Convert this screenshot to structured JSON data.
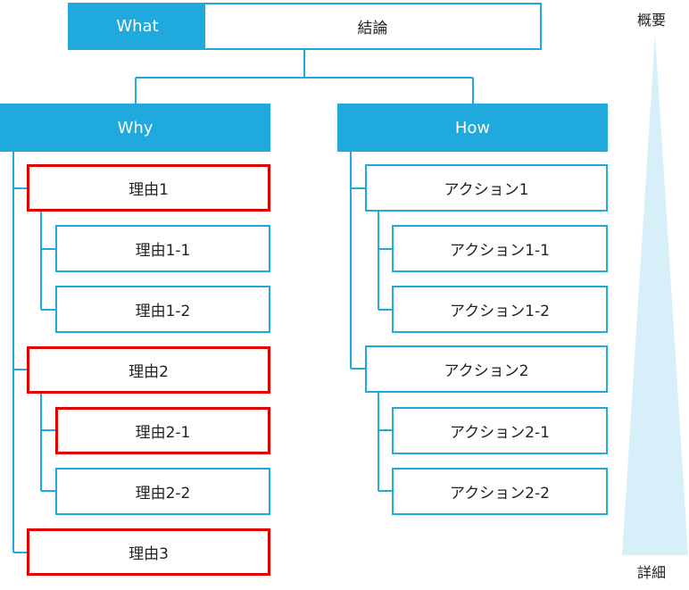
{
  "colors": {
    "accent": "#1fa9dd",
    "highlight": "#e00000",
    "gradient": "#d6eff9"
  },
  "what": {
    "label": "What",
    "value": "結論"
  },
  "why": {
    "label": "Why",
    "items": [
      {
        "text": "理由1",
        "highlighted": true
      },
      {
        "text": "理由1-1",
        "highlighted": false
      },
      {
        "text": "理由1-2",
        "highlighted": false
      },
      {
        "text": "理由2",
        "highlighted": true
      },
      {
        "text": "理由2-1",
        "highlighted": true
      },
      {
        "text": "理由2-2",
        "highlighted": false
      },
      {
        "text": "理由3",
        "highlighted": true
      }
    ]
  },
  "how": {
    "label": "How",
    "items": [
      {
        "text": "アクション1"
      },
      {
        "text": "アクション1-1"
      },
      {
        "text": "アクション1-2"
      },
      {
        "text": "アクション2"
      },
      {
        "text": "アクション2-1"
      },
      {
        "text": "アクション2-2"
      }
    ]
  },
  "scale": {
    "top": "概要",
    "bottom": "詳細"
  }
}
